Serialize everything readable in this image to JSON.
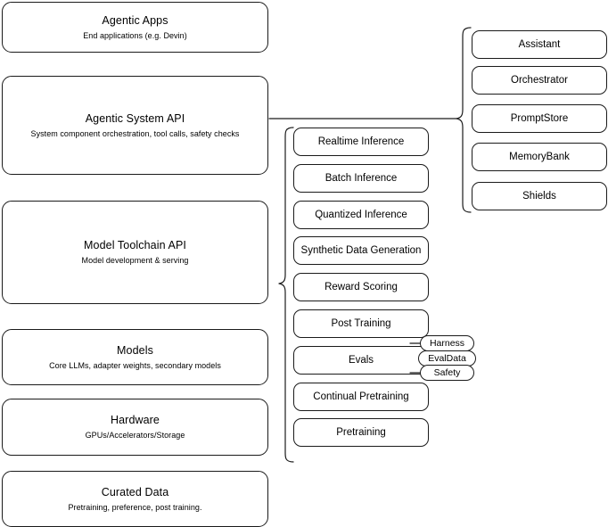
{
  "diagram": {
    "title": "Agentic stack layered architecture",
    "stroke_color": "#1a1a1a",
    "background_color": "#ffffff"
  },
  "layers": [
    {
      "name": "agentic-apps",
      "title": "Agentic Apps",
      "subtitle": "End applications (e.g. Devin)"
    },
    {
      "name": "agentic-system-api",
      "title": "Agentic System API",
      "subtitle": "System component orchestration, tool calls, safety checks"
    },
    {
      "name": "model-toolchain-api",
      "title": "Model Toolchain API",
      "subtitle": "Model development & serving"
    },
    {
      "name": "models",
      "title": "Models",
      "subtitle": "Core LLMs, adapter weights, secondary models"
    },
    {
      "name": "hardware",
      "title": "Hardware",
      "subtitle": "GPUs/Accelerators/Storage"
    },
    {
      "name": "curated-data",
      "title": "Curated Data",
      "subtitle": "Pretraining, preference, post training."
    }
  ],
  "toolchain_capabilities": [
    {
      "name": "realtime-inference",
      "label": "Realtime Inference"
    },
    {
      "name": "batch-inference",
      "label": "Batch Inference"
    },
    {
      "name": "quantized-inference",
      "label": "Quantized Inference"
    },
    {
      "name": "synthetic-data-generation",
      "label": "Synthetic Data Generation"
    },
    {
      "name": "reward-scoring",
      "label": "Reward Scoring"
    },
    {
      "name": "post-training",
      "label": "Post Training"
    },
    {
      "name": "evals",
      "label": "Evals"
    },
    {
      "name": "continual-pretraining",
      "label": "Continual Pretraining"
    },
    {
      "name": "pretraining",
      "label": "Pretraining"
    }
  ],
  "agentic_components": [
    {
      "name": "assistant",
      "label": "Assistant"
    },
    {
      "name": "orchestrator",
      "label": "Orchestrator"
    },
    {
      "name": "prompt-store",
      "label": "PromptStore"
    },
    {
      "name": "memory-bank",
      "label": "MemoryBank"
    },
    {
      "name": "shields",
      "label": "Shields"
    }
  ],
  "evals_badges": [
    {
      "name": "harness",
      "label": "Harness"
    },
    {
      "name": "eval-data",
      "label": "EvalData"
    },
    {
      "name": "safety",
      "label": "Safety"
    }
  ]
}
